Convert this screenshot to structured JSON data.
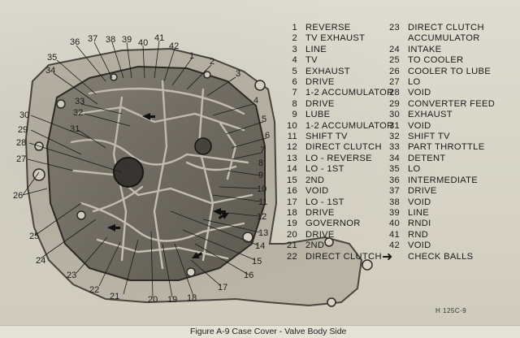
{
  "legend": {
    "left": [
      {
        "num": "1",
        "name": "Reverse"
      },
      {
        "num": "2",
        "name": "TV Exhaust"
      },
      {
        "num": "3",
        "name": "Line"
      },
      {
        "num": "4",
        "name": "TV"
      },
      {
        "num": "5",
        "name": "Exhaust"
      },
      {
        "num": "6",
        "name": "Drive"
      },
      {
        "num": "7",
        "name": "1-2 Accumulator"
      },
      {
        "num": "8",
        "name": "Drive"
      },
      {
        "num": "9",
        "name": "Lube"
      },
      {
        "num": "10",
        "name": "1-2 Accumulator"
      },
      {
        "num": "11",
        "name": "Shift TV"
      },
      {
        "num": "12",
        "name": "Direct Clutch"
      },
      {
        "num": "13",
        "name": "Lo - Reverse"
      },
      {
        "num": "14",
        "name": "Lo - 1st"
      },
      {
        "num": "15",
        "name": "2nd"
      },
      {
        "num": "16",
        "name": "Void"
      },
      {
        "num": "17",
        "name": "Lo - 1st"
      },
      {
        "num": "18",
        "name": "Drive"
      },
      {
        "num": "19",
        "name": "Governor"
      },
      {
        "num": "20",
        "name": "Drive"
      },
      {
        "num": "21",
        "name": "2nd"
      },
      {
        "num": "22",
        "name": "Direct Clutch"
      }
    ],
    "right": [
      {
        "num": "23",
        "name": "Direct Clutch"
      },
      {
        "num": "",
        "name": "Accumulator",
        "indent": true
      },
      {
        "num": "24",
        "name": "Intake"
      },
      {
        "num": "25",
        "name": "To Cooler"
      },
      {
        "num": "26",
        "name": "Cooler to Lube"
      },
      {
        "num": "27",
        "name": "Lo"
      },
      {
        "num": "28",
        "name": "Void"
      },
      {
        "num": "29",
        "name": "Converter Feed"
      },
      {
        "num": "30",
        "name": "Exhaust"
      },
      {
        "num": "31",
        "name": "Void"
      },
      {
        "num": "32",
        "name": "Shift TV"
      },
      {
        "num": "33",
        "name": "Part Throttle"
      },
      {
        "num": "34",
        "name": "Detent"
      },
      {
        "num": "35",
        "name": "Lo"
      },
      {
        "num": "36",
        "name": "Intermediate"
      },
      {
        "num": "37",
        "name": "Drive"
      },
      {
        "num": "38",
        "name": "Void"
      },
      {
        "num": "39",
        "name": "Line"
      },
      {
        "num": "40",
        "name": "RNDI"
      },
      {
        "num": "41",
        "name": "RND"
      },
      {
        "num": "42",
        "name": "Void"
      }
    ],
    "checkballs_label": "CHECK BALLS"
  },
  "callouts": [
    "1",
    "2",
    "3",
    "4",
    "5",
    "6",
    "7",
    "8",
    "9",
    "10",
    "11",
    "12",
    "13",
    "14",
    "15",
    "16",
    "17",
    "18",
    "19",
    "20",
    "21",
    "22",
    "23",
    "24",
    "25",
    "26",
    "27",
    "28",
    "29",
    "30",
    "31",
    "32",
    "33",
    "34",
    "35",
    "36",
    "37",
    "38",
    "39",
    "40",
    "41",
    "42"
  ],
  "figure_code": "H 125C-9",
  "caption": "Figure A-9 Case Cover - Valve Body Side",
  "colors": {
    "ink": "#1c1c1c",
    "paper": "#d9d5c8",
    "casting": "#6f6a60",
    "casting_light": "#a8a396"
  }
}
